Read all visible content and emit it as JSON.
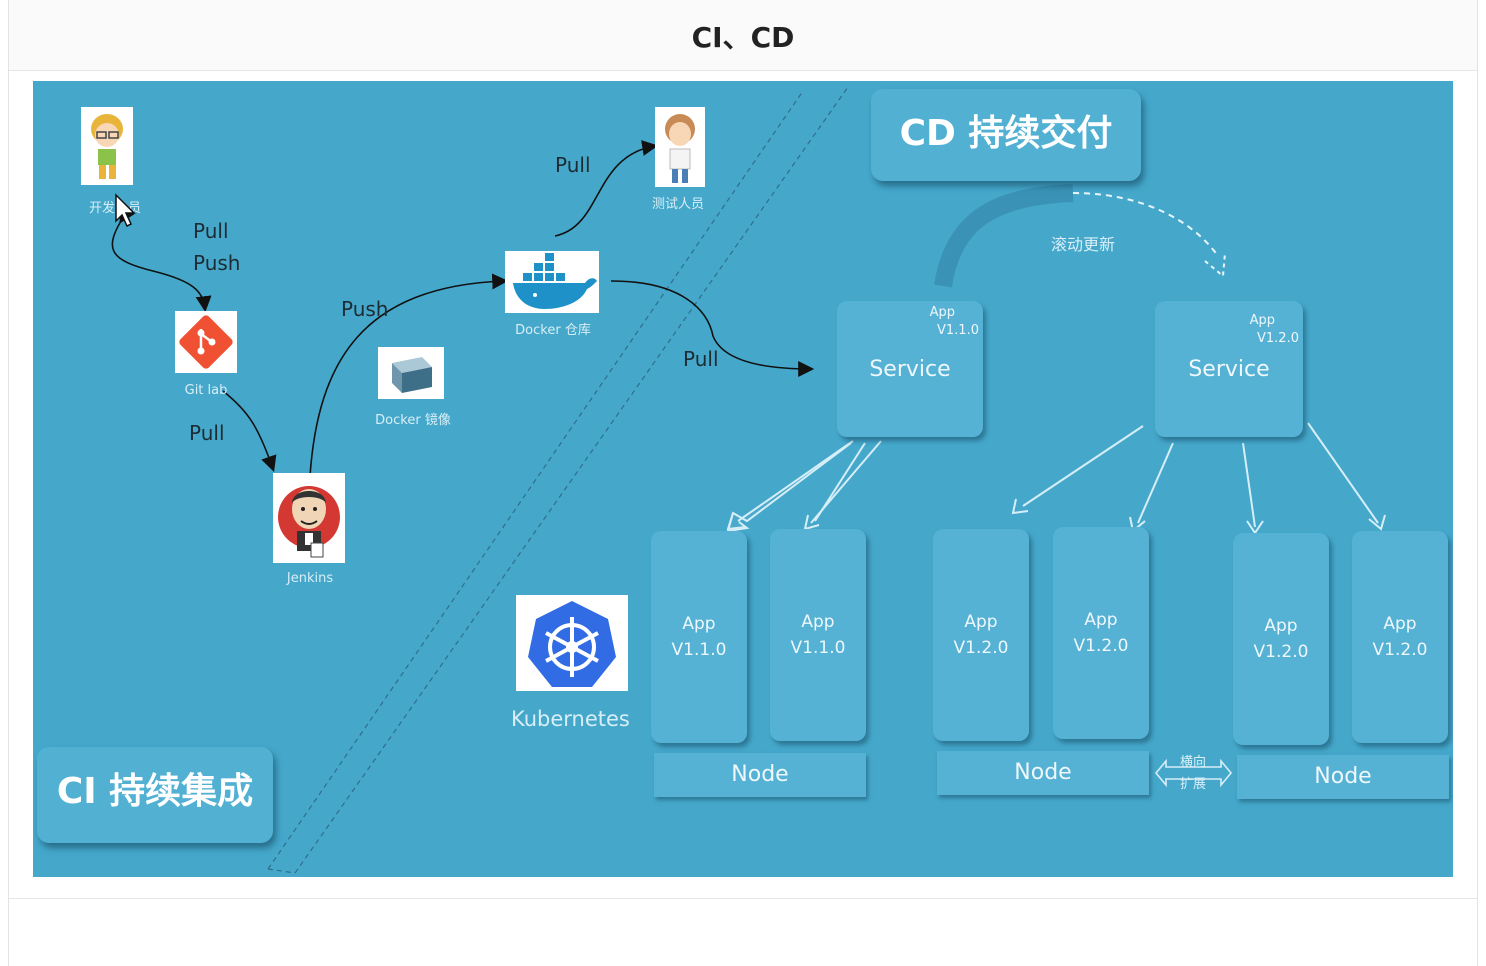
{
  "header": {
    "title": "CI、CD"
  },
  "ci": {
    "title": "CI 持续集成",
    "developer_label": "开发人员",
    "gitlab_label": "Git lab",
    "jenkins_label": "Jenkins",
    "docker_image_label": "Docker 镜像",
    "docker_repo_label": "Docker 仓库",
    "tester_label": "测试人员",
    "pull_push": [
      "Pull",
      "Push"
    ],
    "pull_to_jenkins": "Pull",
    "push_to_repo": "Push",
    "pull_to_tester": "Pull",
    "pull_to_service": "Pull"
  },
  "cd": {
    "title": "CD 持续交付",
    "rolling_update": "滚动更新",
    "kubernetes_label": "Kubernetes",
    "horizontal_scale": [
      "横向",
      "扩展"
    ],
    "services": [
      {
        "label": "Service",
        "app": "App",
        "version": "V1.1.0"
      },
      {
        "label": "Service",
        "app": "App",
        "version": "V1.2.0"
      }
    ],
    "pods": [
      {
        "app": "App",
        "version": "V1.1.0"
      },
      {
        "app": "App",
        "version": "V1.1.0"
      },
      {
        "app": "App",
        "version": "V1.2.0"
      },
      {
        "app": "App",
        "version": "V1.2.0"
      },
      {
        "app": "App",
        "version": "V1.2.0"
      },
      {
        "app": "App",
        "version": "V1.2.0"
      }
    ],
    "nodes": [
      "Node",
      "Node",
      "Node"
    ]
  },
  "colors": {
    "stage_bg": "#45a8cb",
    "gitlab": "#f05133",
    "kubernetes": "#326ce5",
    "docker": "#1d91c8"
  }
}
